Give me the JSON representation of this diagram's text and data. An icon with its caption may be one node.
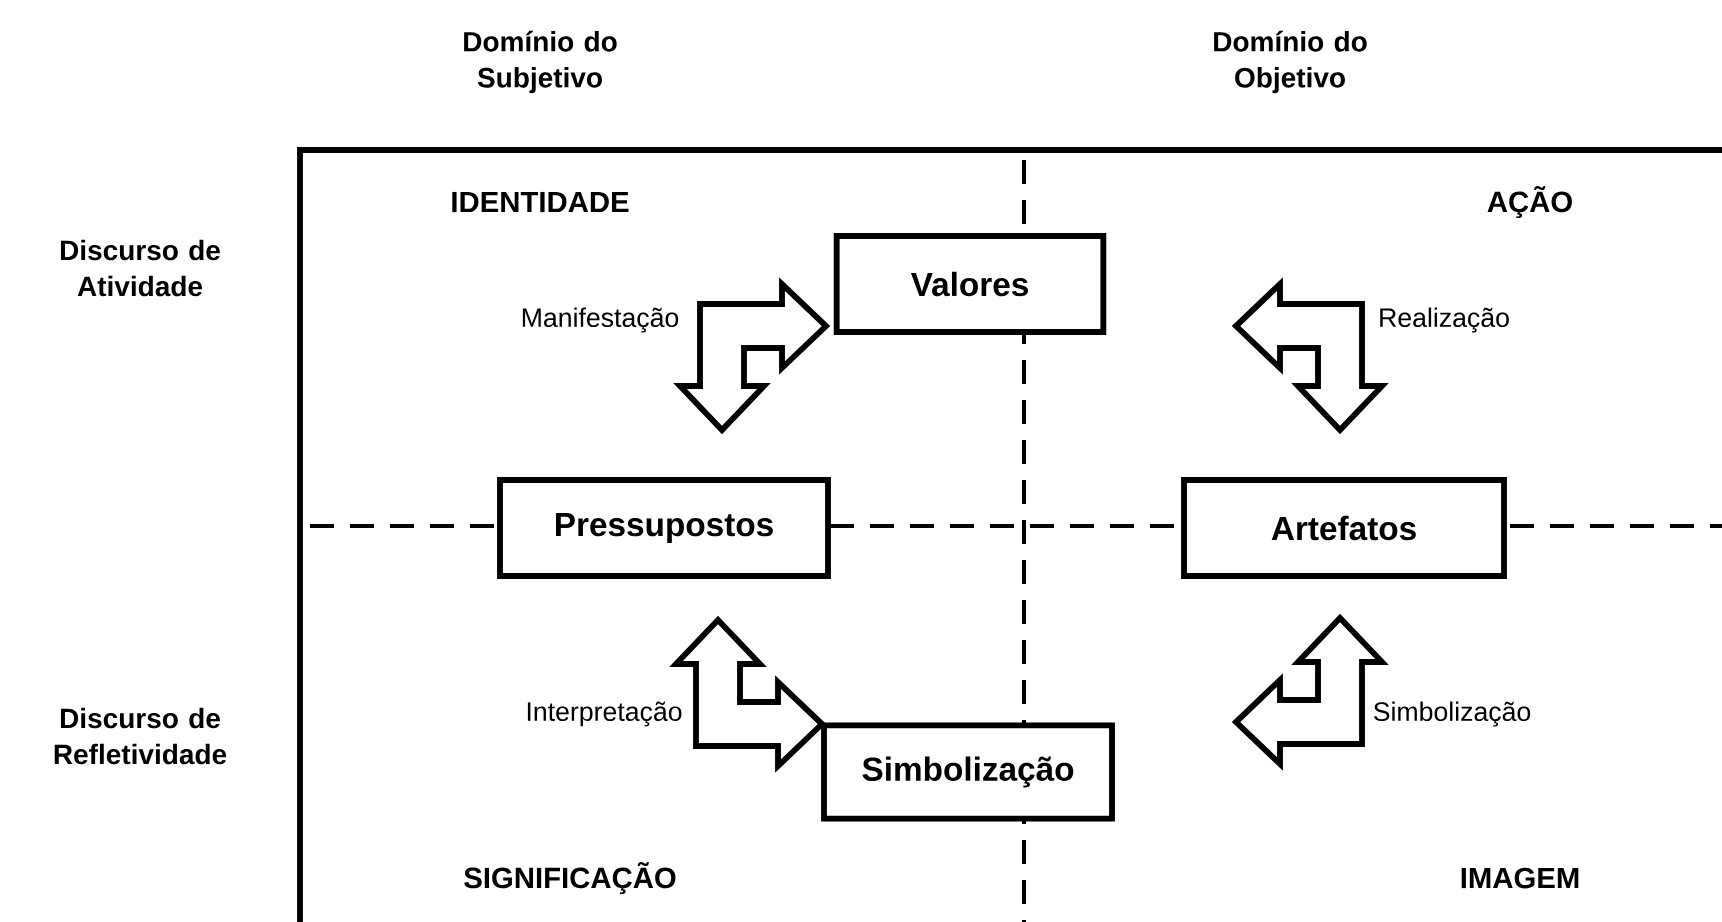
{
  "diagram": {
    "nodes": [
      {
        "text": [
          "Valores"
        ]
      },
      {
        "text": [
          "Pressupostos"
        ]
      },
      {
        "text": [
          "Artefatos"
        ]
      },
      {
        "text": [
          "Simbolização"
        ]
      }
    ],
    "edges": [
      {
        "from": 1,
        "to": 0,
        "arrow": "both",
        "label": "Manifestação"
      },
      {
        "from": 0,
        "to": 2,
        "arrow": "both",
        "label": "Realização"
      },
      {
        "from": 3,
        "to": 1,
        "arrow": "both",
        "label": "Interpretação"
      },
      {
        "from": 2,
        "to": 3,
        "arrow": "both",
        "label": "Simbolização"
      }
    ],
    "labels": [
      "Domínio do Subjetivo",
      "Domínio do Objetivo",
      "Discurso de Atividade",
      "IDENTIDADE",
      "AÇÃO",
      "Discurso de Refletividade",
      "SIGNIFICAÇÃO",
      "IMAGEM"
    ]
  }
}
